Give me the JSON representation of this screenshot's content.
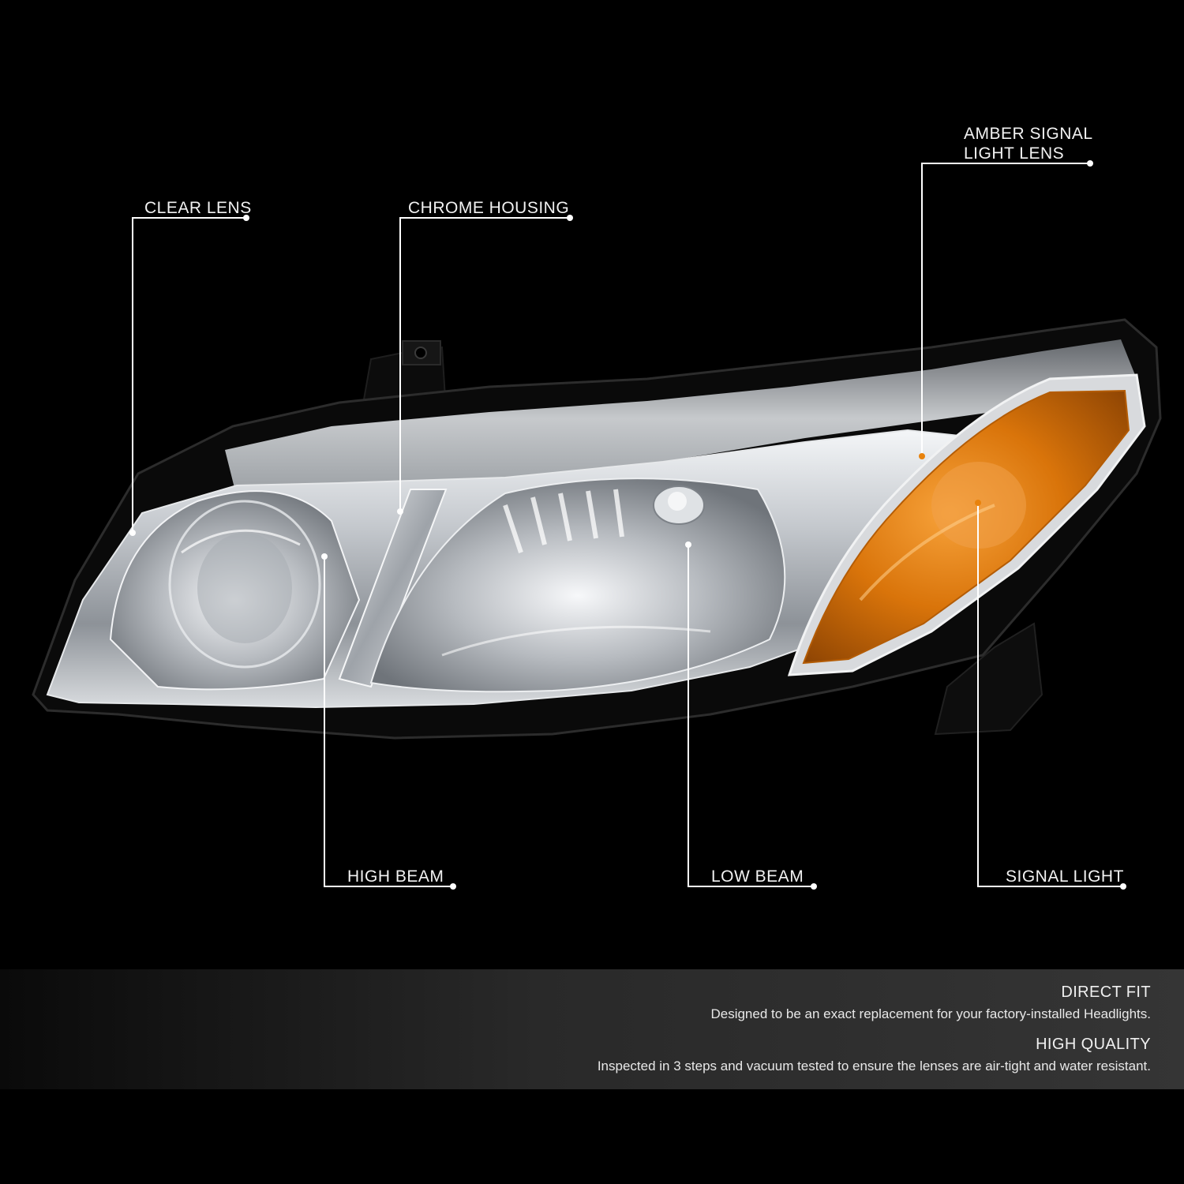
{
  "colors": {
    "background": "#000000",
    "chrome": "#c9ccd0",
    "amber": "#e8820c",
    "callout_line": "#ffffff",
    "panel": "#353535"
  },
  "callouts": {
    "clear_lens": "CLEAR LENS",
    "chrome_housing": "CHROME HOUSING",
    "amber_signal_light_lens": [
      "AMBER SIGNAL",
      "LIGHT LENS"
    ],
    "high_beam": "HIGH BEAM",
    "low_beam": "LOW BEAM",
    "signal_light": "SIGNAL LIGHT"
  },
  "features": [
    {
      "title": "DIRECT FIT",
      "description": "Designed to be an exact replacement for your factory-installed Headlights."
    },
    {
      "title": "HIGH QUALITY",
      "description": "Inspected in 3 steps and vacuum tested to ensure the lenses are air-tight and water resistant."
    }
  ]
}
